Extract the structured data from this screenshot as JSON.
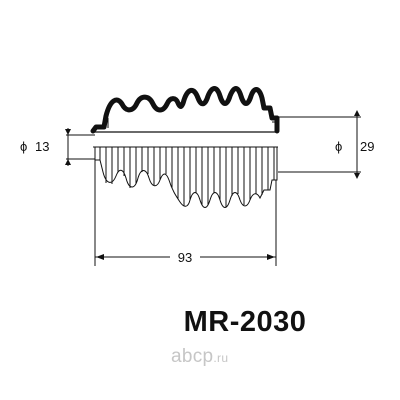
{
  "dimensions": {
    "left_diameter_symbol": "ϕ",
    "left_diameter_value": "13",
    "right_diameter_symbol": "ϕ",
    "right_diameter_value": "29",
    "length_value": "93"
  },
  "part": {
    "number": "MR-2030"
  },
  "watermark": {
    "brand": "abcp",
    "domain": ".ru"
  },
  "colors": {
    "outline": "#111111",
    "watermark": "#c6c6c6"
  }
}
